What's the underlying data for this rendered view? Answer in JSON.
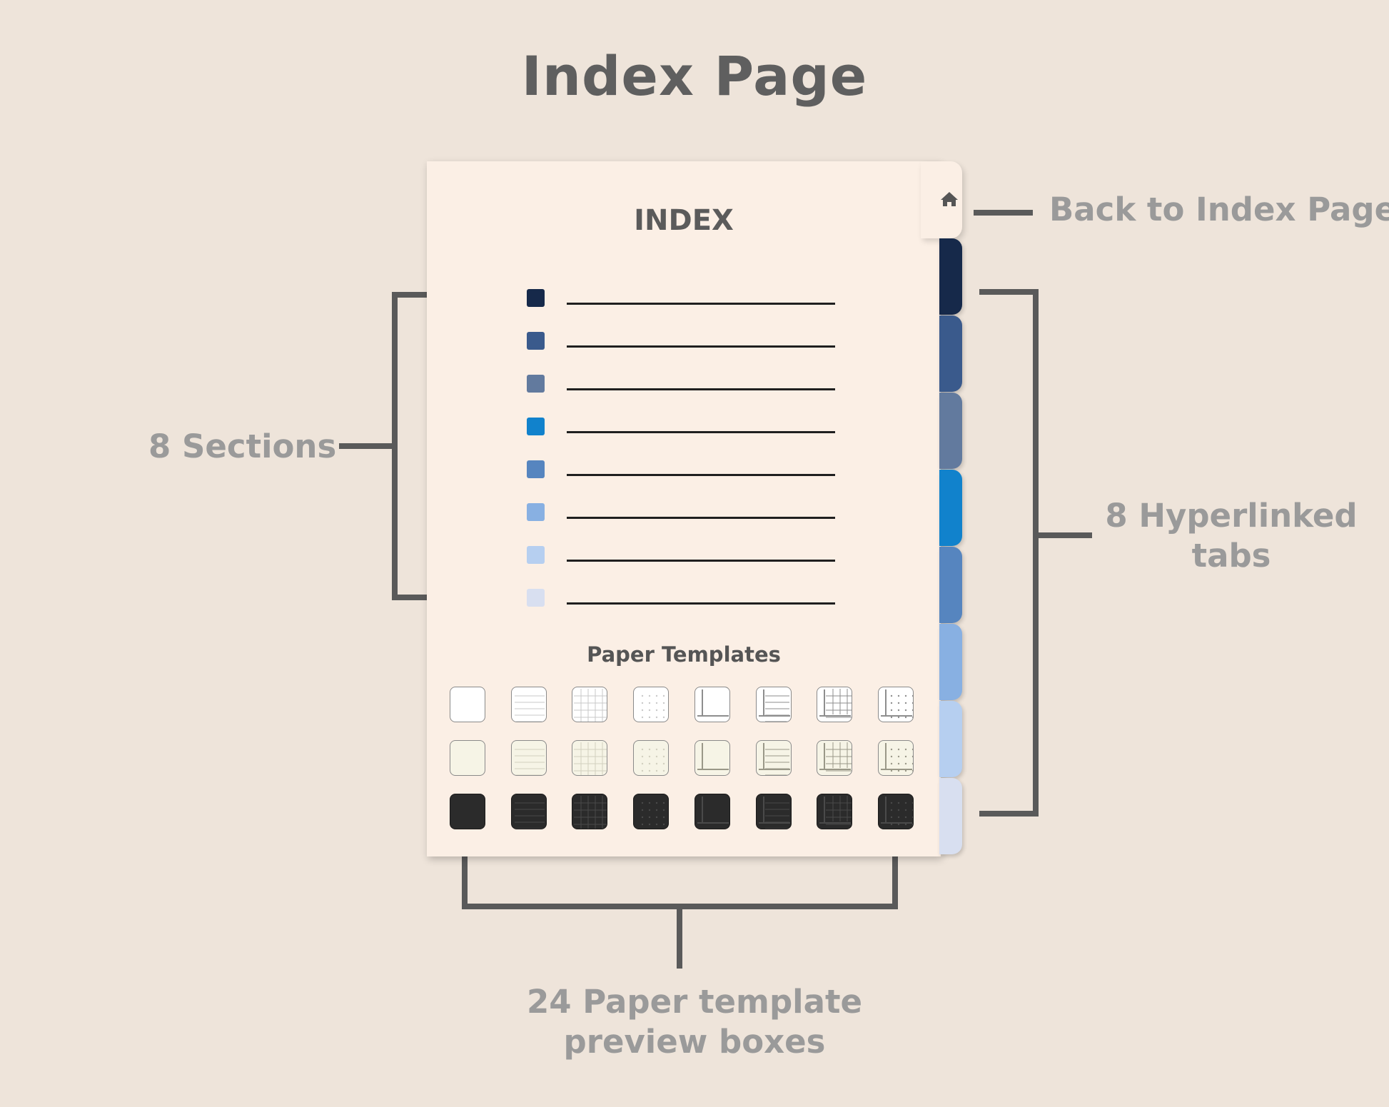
{
  "title": "Index Page",
  "planner": {
    "index_heading": "INDEX",
    "templates_heading": "Paper Templates",
    "sections": [
      {
        "color": "#16294a"
      },
      {
        "color": "#3a5a8c"
      },
      {
        "color": "#627a9e"
      },
      {
        "color": "#1182cc"
      },
      {
        "color": "#5685bf"
      },
      {
        "color": "#88b0e2"
      },
      {
        "color": "#b6cff0"
      },
      {
        "color": "#d8dff0"
      }
    ],
    "tabs": [
      {
        "color": "#16294a"
      },
      {
        "color": "#3a5a8c"
      },
      {
        "color": "#627a9e"
      },
      {
        "color": "#1182cc"
      },
      {
        "color": "#5685bf"
      },
      {
        "color": "#88b0e2"
      },
      {
        "color": "#b6cff0"
      },
      {
        "color": "#d8dff0"
      }
    ],
    "home_icon": "home-icon",
    "template_patterns": [
      "blank",
      "lined",
      "grid",
      "dotted",
      "cornell",
      "cornell-lined",
      "cornell-grid",
      "cornell-dotted"
    ],
    "template_rows": [
      {
        "fill": "#ffffff",
        "pattern_color": "#c9c9c9",
        "border": "#8a8a8a"
      },
      {
        "fill": "#f6f4e6",
        "pattern_color": "#d2d0bf",
        "border": "#8a8a8a"
      },
      {
        "fill": "#2b2b2b",
        "pattern_color": "#4a4a4a",
        "border": "#1a1a1a"
      }
    ]
  },
  "callouts": {
    "back": "Back to Index Page",
    "sections": "8 Sections",
    "tabs_line1": "8 Hyperlinked",
    "tabs_line2": "tabs",
    "templates_line1": "24 Paper template",
    "templates_line2": "preview boxes"
  }
}
